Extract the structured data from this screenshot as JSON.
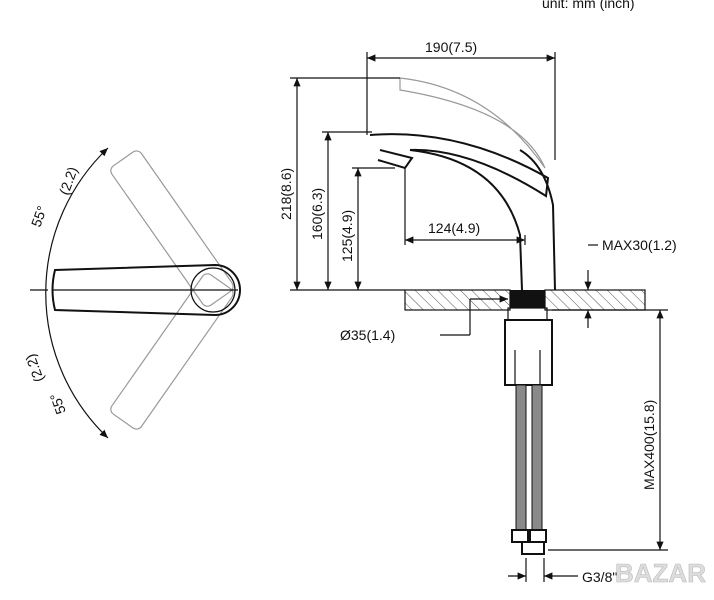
{
  "unit_label": "unit: mm (inch)",
  "side_view": {
    "angle_top": "55°",
    "angle_top_inch": "(2.2)",
    "angle_bottom": "55°",
    "angle_bottom_inch": "(2.2)"
  },
  "front_view": {
    "width_total": "190(7.5)",
    "height_total": "218(8.6)",
    "height_handle": "160(6.3)",
    "height_spout": "125(4.9)",
    "spout_reach": "124(4.9)",
    "deck_thickness": "MAX30(1.2)",
    "hole_diameter": "Ø35(1.4)",
    "hose_length": "MAX400(15.8)",
    "thread": "G3/8\""
  },
  "watermark": "BAZAR"
}
